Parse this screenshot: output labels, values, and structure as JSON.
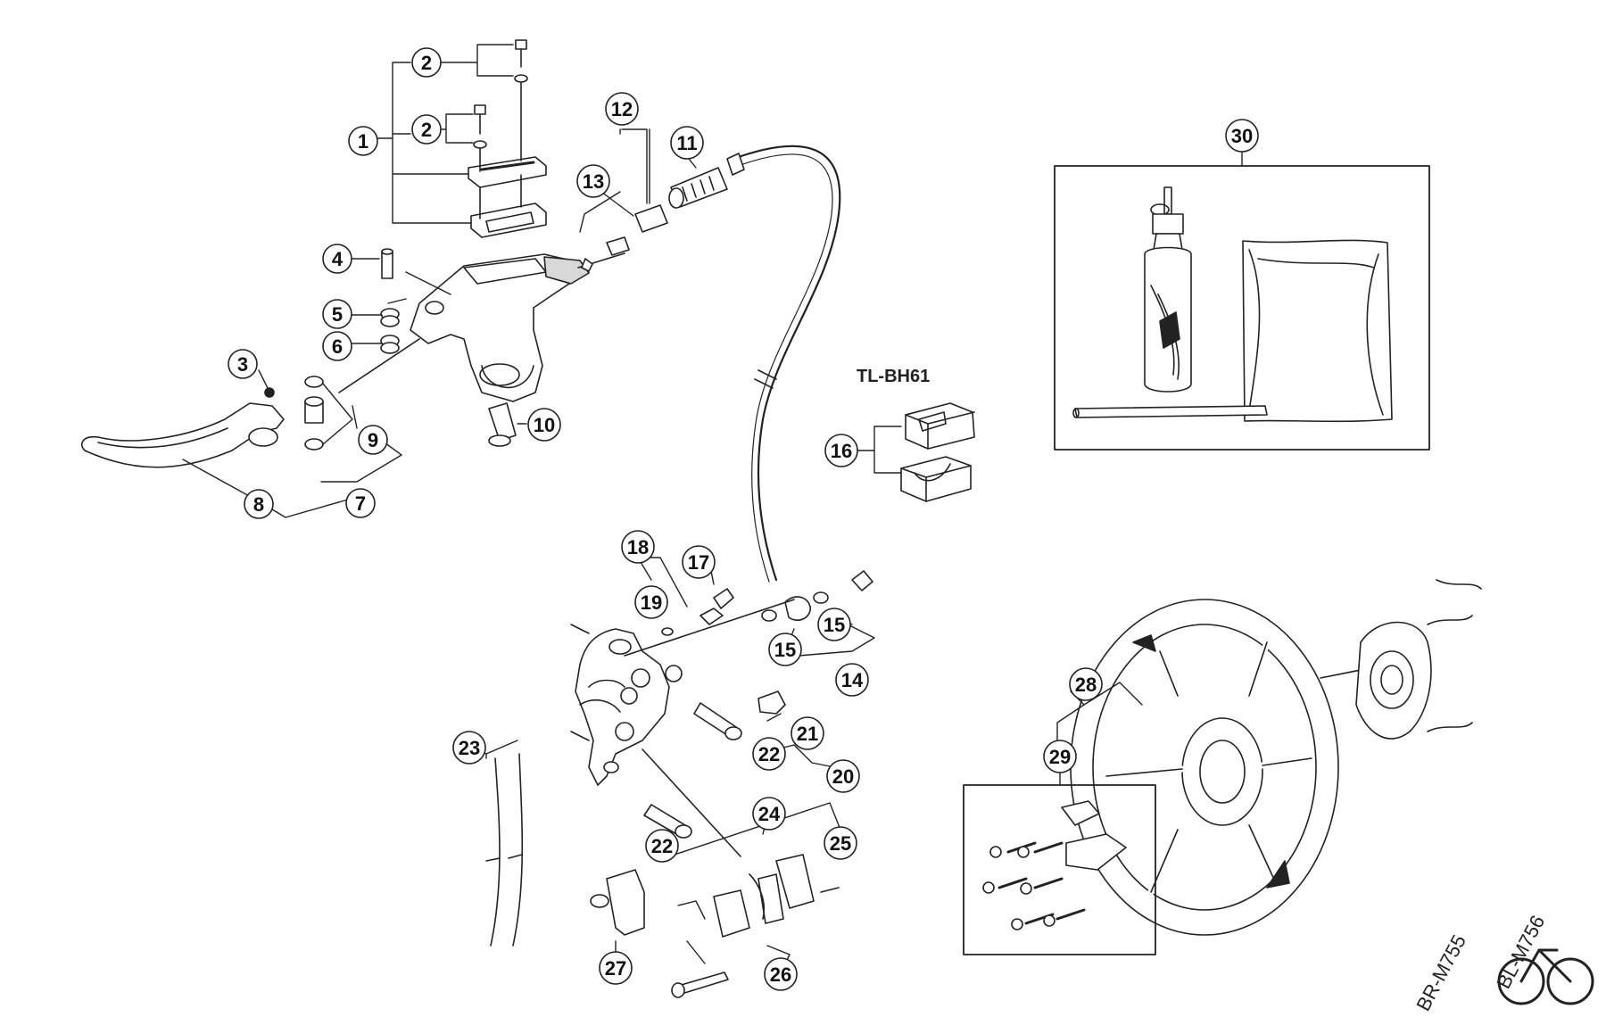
{
  "diagram": {
    "callouts": [
      "1",
      "2",
      "2",
      "3",
      "4",
      "5",
      "6",
      "7",
      "8",
      "9",
      "10",
      "11",
      "12",
      "13",
      "14",
      "15",
      "15",
      "16",
      "17",
      "18",
      "19",
      "20",
      "21",
      "22",
      "22",
      "23",
      "24",
      "25",
      "26",
      "27",
      "28",
      "29",
      "30"
    ],
    "tool_label": "TL-BH61",
    "model_labels": [
      "BR-M755",
      "BL-M756"
    ],
    "icons": [
      "hydraulic-brake-lever",
      "brake-hose",
      "brake-caliper",
      "brake-pads",
      "bleed-block",
      "mineral-oil-bottle",
      "disc-rotor",
      "hub",
      "bicycle-logo"
    ],
    "colors": {
      "line": "#222222",
      "fill": "#ffffff",
      "shade": "#d8d8d8"
    }
  }
}
